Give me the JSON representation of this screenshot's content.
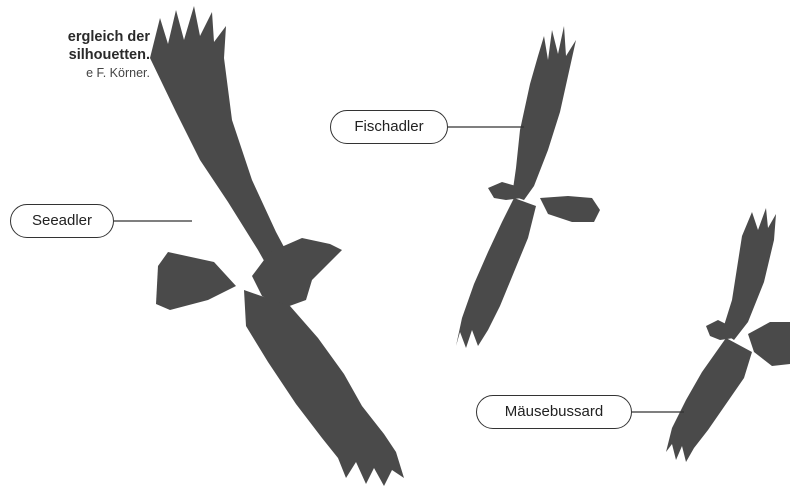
{
  "caption": {
    "line1": "ergleich der",
    "line2": "silhouetten.",
    "credit": "e F. Körner."
  },
  "labels": {
    "seeadler": "Seeadler",
    "fischadler": "Fischadler",
    "maeusebussard": "Mäusebussard"
  },
  "colors": {
    "silhouette": "#4a4a4a",
    "label_border": "#333333",
    "text": "#222222"
  }
}
